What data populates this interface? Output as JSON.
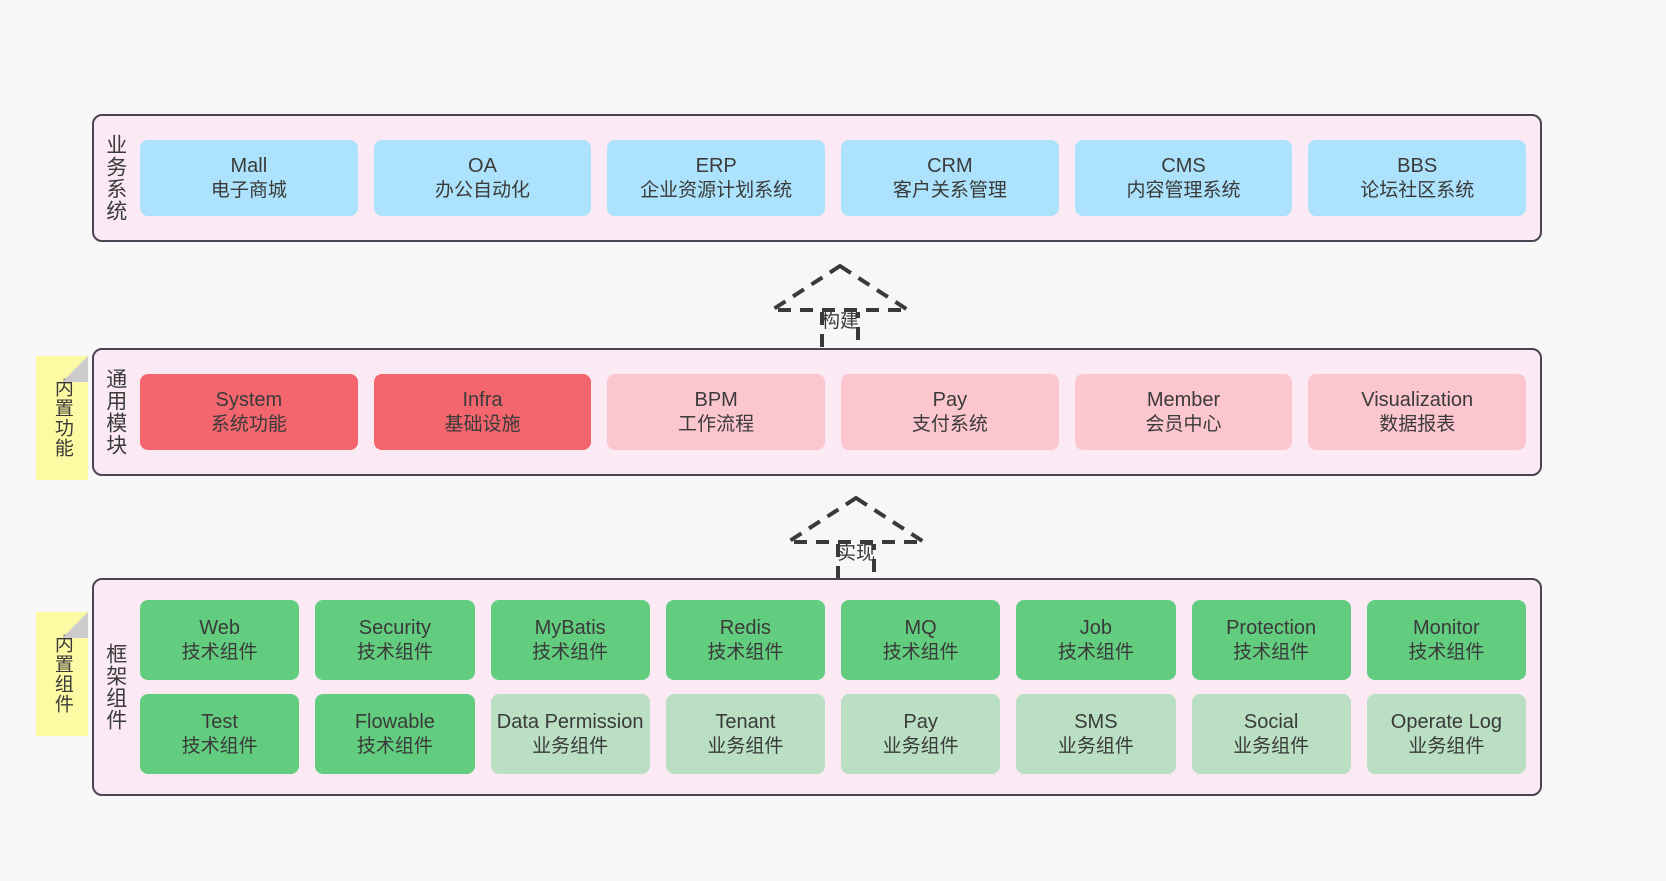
{
  "layers": [
    {
      "id": "business",
      "side_label": "业务系统",
      "sticky": null,
      "rows": [
        {
          "cards": [
            {
              "en": "Mall",
              "cn": "电子商城",
              "color": "#ace2fb",
              "style": "c-blue"
            },
            {
              "en": "OA",
              "cn": "办公自动化",
              "color": "#ace2fb",
              "style": "c-blue"
            },
            {
              "en": "ERP",
              "cn": "企业资源计划系统",
              "color": "#ace2fb",
              "style": "c-blue"
            },
            {
              "en": "CRM",
              "cn": "客户关系管理",
              "color": "#ace2fb",
              "style": "c-blue"
            },
            {
              "en": "CMS",
              "cn": "内容管理系统",
              "color": "#ace2fb",
              "style": "c-blue"
            },
            {
              "en": "BBS",
              "cn": "论坛社区系统",
              "color": "#ace2fb",
              "style": "c-blue"
            }
          ]
        }
      ]
    },
    {
      "id": "common",
      "side_label": "通用模块",
      "sticky": "内置功能",
      "rows": [
        {
          "cards": [
            {
              "en": "System",
              "cn": "系统功能",
              "color": "#f4666e",
              "style": "c-red"
            },
            {
              "en": "Infra",
              "cn": "基础设施",
              "color": "#f4666e",
              "style": "c-red"
            },
            {
              "en": "BPM",
              "cn": "工作流程",
              "color": "#fcc6ce",
              "style": "c-pink"
            },
            {
              "en": "Pay",
              "cn": "支付系统",
              "color": "#fcc6ce",
              "style": "c-pink"
            },
            {
              "en": "Member",
              "cn": "会员中心",
              "color": "#fcc6ce",
              "style": "c-pink"
            },
            {
              "en": "Visualization",
              "cn": "数据报表",
              "color": "#fcc6ce",
              "style": "c-pink"
            }
          ]
        }
      ]
    },
    {
      "id": "framework",
      "side_label": "框架组件",
      "sticky": "内置组件",
      "rows": [
        {
          "cards": [
            {
              "en": "Web",
              "cn": "技术组件",
              "color": "#63cd7f",
              "style": "c-green"
            },
            {
              "en": "Security",
              "cn": "技术组件",
              "color": "#63cd7f",
              "style": "c-green"
            },
            {
              "en": "MyBatis",
              "cn": "技术组件",
              "color": "#63cd7f",
              "style": "c-green"
            },
            {
              "en": "Redis",
              "cn": "技术组件",
              "color": "#63cd7f",
              "style": "c-green"
            },
            {
              "en": "MQ",
              "cn": "技术组件",
              "color": "#63cd7f",
              "style": "c-green"
            },
            {
              "en": "Job",
              "cn": "技术组件",
              "color": "#63cd7f",
              "style": "c-green"
            },
            {
              "en": "Protection",
              "cn": "技术组件",
              "color": "#63cd7f",
              "style": "c-green"
            },
            {
              "en": "Monitor",
              "cn": "技术组件",
              "color": "#63cd7f",
              "style": "c-green"
            }
          ]
        },
        {
          "cards": [
            {
              "en": "Test",
              "cn": "技术组件",
              "color": "#63cd7f",
              "style": "c-green"
            },
            {
              "en": "Flowable",
              "cn": "技术组件",
              "color": "#63cd7f",
              "style": "c-green"
            },
            {
              "en": "Data Permission",
              "cn": "业务组件",
              "color": "#badfc3",
              "style": "c-lightgreen"
            },
            {
              "en": "Tenant",
              "cn": "业务组件",
              "color": "#badfc3",
              "style": "c-lightgreen"
            },
            {
              "en": "Pay",
              "cn": "业务组件",
              "color": "#badfc3",
              "style": "c-lightgreen"
            },
            {
              "en": "SMS",
              "cn": "业务组件",
              "color": "#badfc3",
              "style": "c-lightgreen"
            },
            {
              "en": "Social",
              "cn": "业务组件",
              "color": "#badfc3",
              "style": "c-lightgreen"
            },
            {
              "en": "Operate Log",
              "cn": "业务组件",
              "color": "#badfc3",
              "style": "c-lightgreen"
            }
          ]
        }
      ]
    }
  ],
  "connectors": [
    {
      "id": "build",
      "label": "构建",
      "from": "common",
      "to": "business"
    },
    {
      "id": "realize",
      "label": "实现",
      "from": "framework",
      "to": "common"
    }
  ],
  "colors": {
    "canvas_background": "#f7f7f7",
    "band_background": "#fbeaf4",
    "band_border": "#4a4450",
    "sticky_background": "#fcfaa3",
    "sticky_fold": "#cbcbcb",
    "connector_stroke": "#3a3a3a",
    "text": "#3a3a3a"
  }
}
